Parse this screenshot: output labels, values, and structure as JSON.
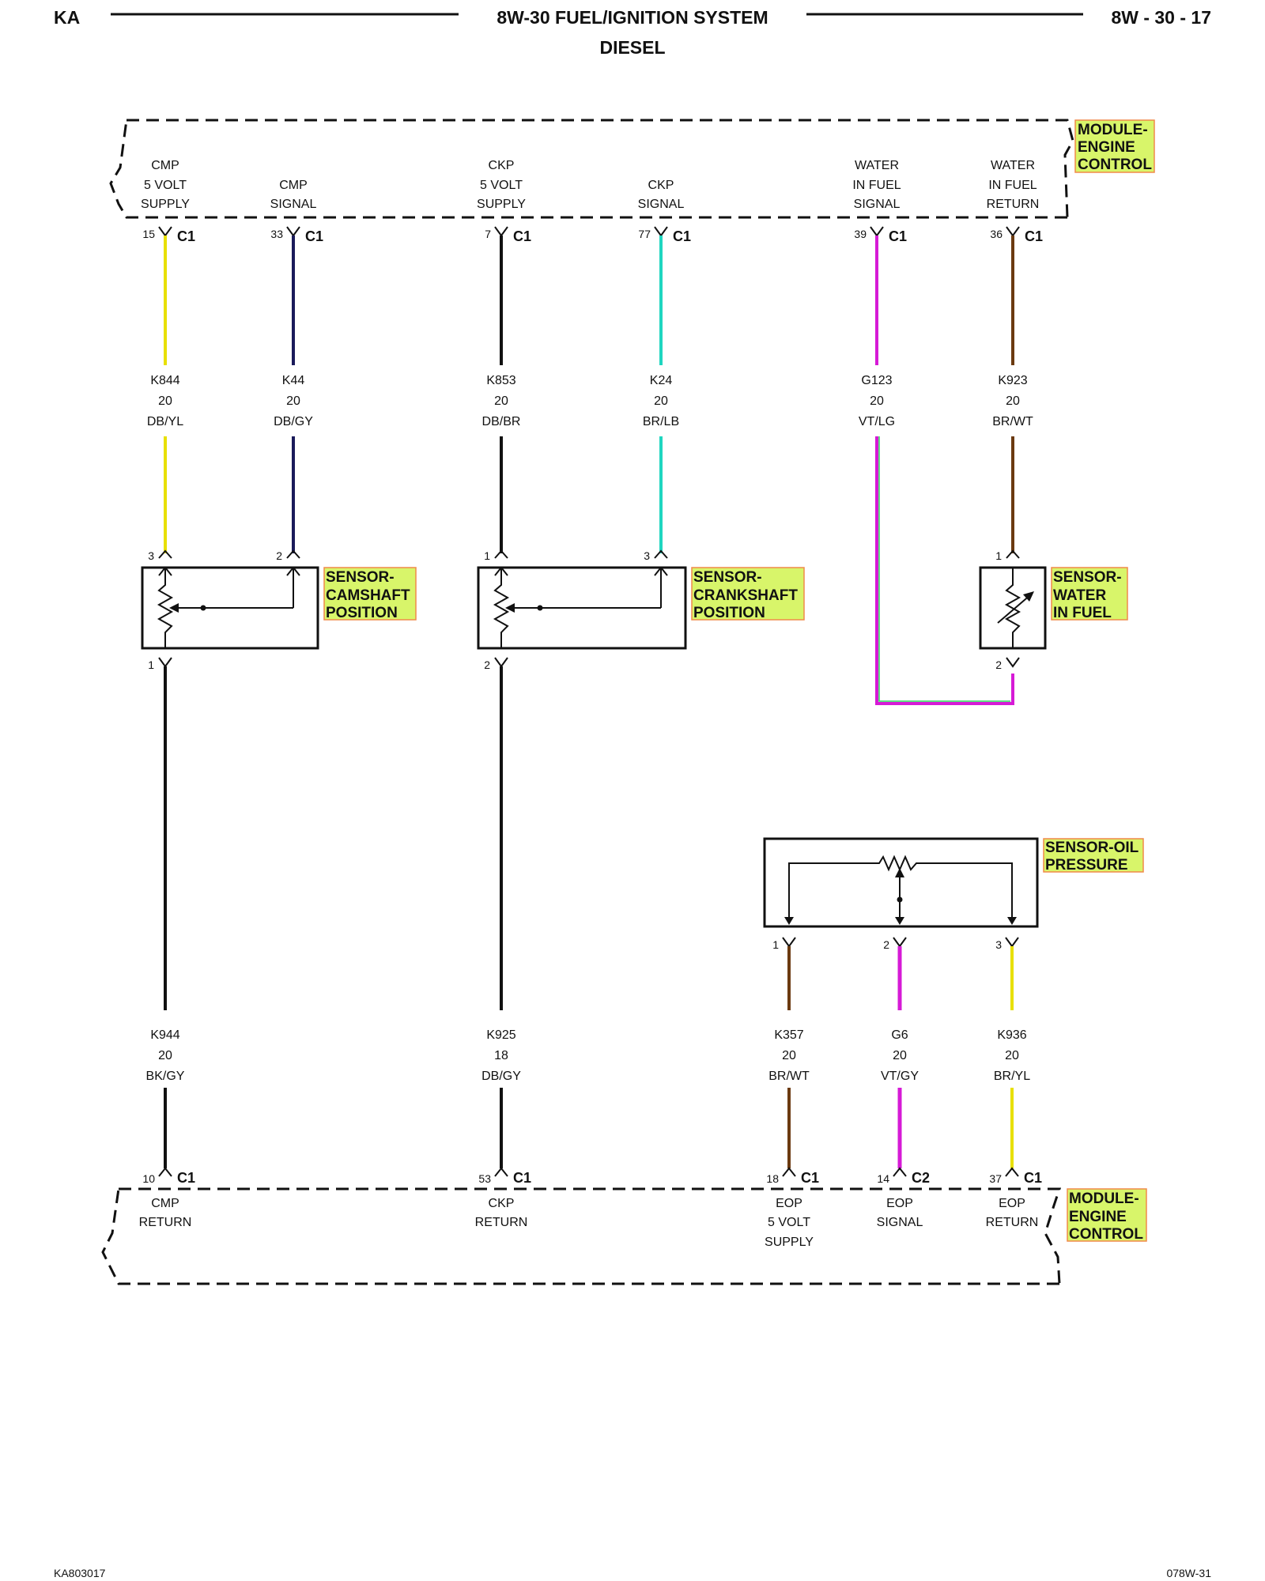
{
  "header": {
    "left": "KA",
    "title": "8W-30 FUEL/IGNITION SYSTEM",
    "subtitle": "DIESEL",
    "page": "8W - 30 - 17"
  },
  "footer": {
    "left": "KA803017",
    "right": "078W-31"
  },
  "colors": {
    "yellow": "#e8e000",
    "navy": "#1a1a5a",
    "black": "#111111",
    "cyan": "#1fd6c0",
    "magenta": "#d61ad6",
    "brown": "#6b3a10",
    "highlight": "#d8f56a",
    "highlight_border": "#f08a4a"
  },
  "modules": {
    "top": {
      "label": [
        "MODULE-",
        "ENGINE",
        "CONTROL"
      ]
    },
    "bottom": {
      "label": [
        "MODULE-",
        "ENGINE",
        "CONTROL"
      ]
    }
  },
  "top_pins": [
    {
      "pin": "15",
      "conn": "C1",
      "lines": [
        "CMP",
        "5 VOLT",
        "SUPPLY"
      ]
    },
    {
      "pin": "33",
      "conn": "C1",
      "lines": [
        "CMP",
        "SIGNAL"
      ]
    },
    {
      "pin": "7",
      "conn": "C1",
      "lines": [
        "CKP",
        "5 VOLT",
        "SUPPLY"
      ]
    },
    {
      "pin": "77",
      "conn": "C1",
      "lines": [
        "CKP",
        "SIGNAL"
      ]
    },
    {
      "pin": "39",
      "conn": "C1",
      "lines": [
        "WATER",
        "IN FUEL",
        "SIGNAL"
      ]
    },
    {
      "pin": "36",
      "conn": "C1",
      "lines": [
        "WATER",
        "IN FUEL",
        "RETURN"
      ]
    }
  ],
  "top_wires": [
    {
      "circuit": "K844",
      "gauge": "20",
      "color": "DB/YL"
    },
    {
      "circuit": "K44",
      "gauge": "20",
      "color": "DB/GY"
    },
    {
      "circuit": "K853",
      "gauge": "20",
      "color": "DB/BR"
    },
    {
      "circuit": "K24",
      "gauge": "20",
      "color": "BR/LB"
    },
    {
      "circuit": "G123",
      "gauge": "20",
      "color": "VT/LG"
    },
    {
      "circuit": "K923",
      "gauge": "20",
      "color": "BR/WT"
    }
  ],
  "sensors": {
    "camshaft": {
      "label": [
        "SENSOR-",
        "CAMSHAFT",
        "POSITION"
      ],
      "pin_a": "3",
      "pin_b": "2",
      "pin_out": "1"
    },
    "crankshaft": {
      "label": [
        "SENSOR-",
        "CRANKSHAFT",
        "POSITION"
      ],
      "pin_a": "1",
      "pin_b": "3",
      "pin_out": "2"
    },
    "water": {
      "label": [
        "SENSOR-",
        "WATER",
        "IN FUEL"
      ],
      "pin_a": "1",
      "pin_out": "2"
    },
    "oil": {
      "label": [
        "SENSOR-OIL",
        "PRESSURE"
      ],
      "pins": [
        "1",
        "2",
        "3"
      ]
    }
  },
  "bottom_wires": [
    {
      "circuit": "K944",
      "gauge": "20",
      "color": "BK/GY"
    },
    {
      "circuit": "K925",
      "gauge": "18",
      "color": "DB/GY"
    },
    {
      "circuit": "K357",
      "gauge": "20",
      "color": "BR/WT"
    },
    {
      "circuit": "G6",
      "gauge": "20",
      "color": "VT/GY"
    },
    {
      "circuit": "K936",
      "gauge": "20",
      "color": "BR/YL"
    }
  ],
  "bottom_pins": [
    {
      "pin": "10",
      "conn": "C1",
      "lines": [
        "CMP",
        "RETURN"
      ]
    },
    {
      "pin": "53",
      "conn": "C1",
      "lines": [
        "CKP",
        "RETURN"
      ]
    },
    {
      "pin": "18",
      "conn": "C1",
      "lines": [
        "EOP",
        "5 VOLT",
        "SUPPLY"
      ]
    },
    {
      "pin": "14",
      "conn": "C2",
      "lines": [
        "EOP",
        "SIGNAL"
      ]
    },
    {
      "pin": "37",
      "conn": "C1",
      "lines": [
        "EOP",
        "RETURN"
      ]
    }
  ]
}
